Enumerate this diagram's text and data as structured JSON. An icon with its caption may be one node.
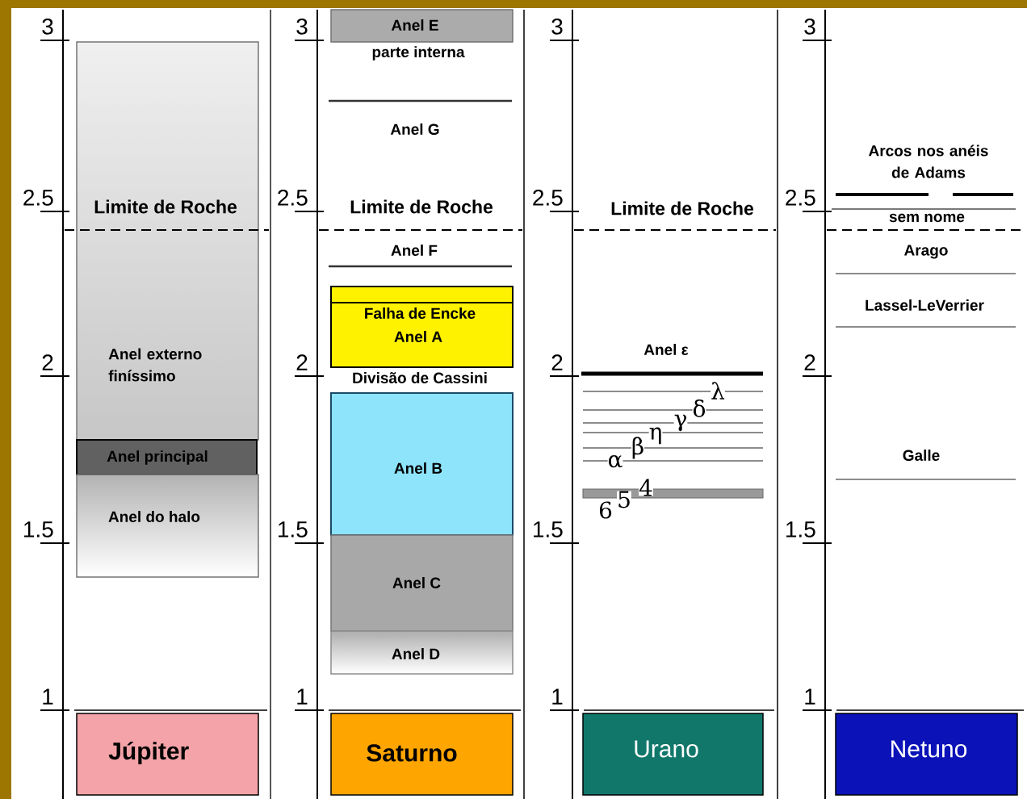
{
  "diagram": {
    "nodes": [
      {
        "text": [
          "Anel externo finíssimo"
        ]
      },
      {
        "text": [
          "Anel principal"
        ]
      },
      {
        "text": [
          "Anel do halo"
        ]
      },
      {
        "text": [
          "Júpiter"
        ]
      },
      {
        "text": [
          "Anel E"
        ],
        "beside": [
          "parte interna"
        ]
      },
      {
        "text": [
          "Falha de Encke",
          "Anel A"
        ]
      },
      {
        "text": [
          "Anel B"
        ]
      },
      {
        "text": [
          "Anel C"
        ]
      },
      {
        "text": [
          "Anel D"
        ]
      },
      {
        "text": [
          "Saturno"
        ]
      },
      {
        "text": [
          "Urano"
        ]
      },
      {
        "text": [
          "Netuno"
        ]
      }
    ],
    "labels": [
      "3",
      "2.5",
      "2",
      "1.5",
      "1",
      "Limite de Roche",
      "3",
      "2.5",
      "2",
      "1.5",
      "1",
      "Anel G",
      "Limite de Roche",
      "Anel F",
      "Divisão de Cassini",
      "3",
      "2.5",
      "2",
      "1.5",
      "1",
      "Limite de Roche",
      "Anel ε",
      "α",
      "β",
      "η",
      "γ",
      "δ",
      "λ",
      "6",
      "5",
      "4",
      "3",
      "2.5",
      "2",
      "1.5",
      "1",
      "Arcos nos anéis de Adams",
      "sem nome",
      "Arago",
      "Lassel-LeVerrier",
      "Galle"
    ]
  }
}
